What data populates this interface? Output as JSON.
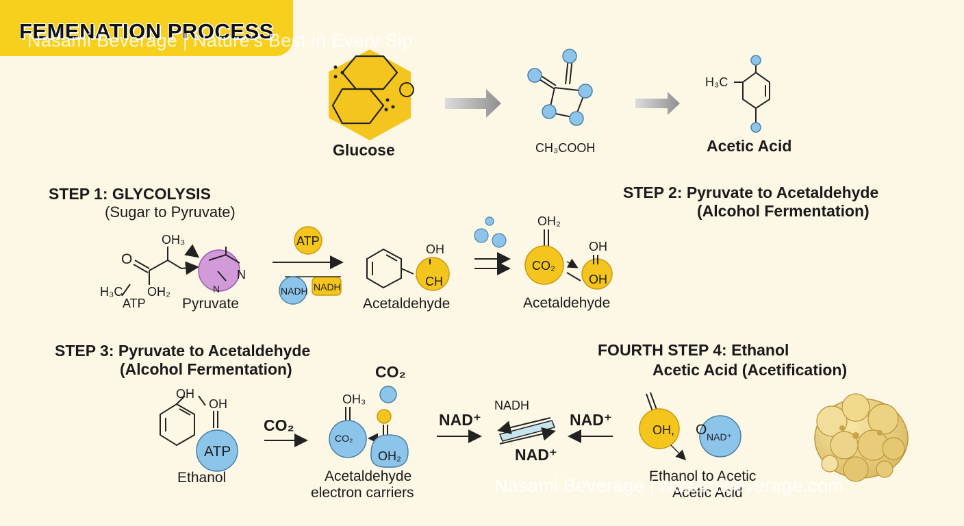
{
  "header": {
    "title": "FEMENATION PROCESS",
    "watermark_top": "Nasami Beverage | Nature's Best in Every Sip",
    "watermark_bottom": "Nasami Beverage | Nasamibeverage.com"
  },
  "top_row": {
    "glucose_label": "Glucose",
    "middle_formula": "CH₃COOH",
    "acid_label": "Acetic Acid",
    "acid_group": "H₃C"
  },
  "step1": {
    "title": "STEP 1: GLYCOLYSIS",
    "subtitle": "(Sugar to Pyruvate)",
    "mol_o": "O",
    "mol_oh3": "OH₃",
    "mol_h3c": "H₃C",
    "mol_atp": "ATP",
    "mol_oh2": "OH₂",
    "mol_n1": "N",
    "mol_n2": "N",
    "pyruvate_label": "Pyruvate",
    "atp": "ATP",
    "nadh_1": "NADH",
    "nadh_2": "NADH",
    "acetaldehyde_label": "Acetaldehyde",
    "ald_oh": "OH",
    "ald_ch": "CH"
  },
  "step2": {
    "title": "STEP 2: Pyruvate to Acetaldehyde",
    "subtitle": "(Alcohol Fermentation)",
    "oh2": "OH₂",
    "co2": "CO₂",
    "oh_top": "OH",
    "oh_bottom": "OH",
    "acetaldehyde_label": "Acetaldehyde"
  },
  "step3": {
    "title": "STEP 3: Pyruvate to Acetaldehyde",
    "subtitle": "(Alcohol Fermentation)",
    "oh_a": "OH",
    "oh_b": "OH",
    "atp": "ATP",
    "ethanol_label": "Ethanol",
    "co2_arrow": "CO₂",
    "co2_big": "CO₂",
    "oh3": "OH₃",
    "co2_ball": "CO₂",
    "oh2_ball": "OH₂",
    "carrier_label_1": "Acetaldehyde",
    "carrier_label_2": "electron carriers",
    "nad_1": "NAD⁺",
    "nadh": "NADH",
    "nad_2": "NAD⁺"
  },
  "step4": {
    "title": "FOURTH STEP 4: Ethanol",
    "subtitle": "Acetic Acid (Acetification)",
    "nad_arrow": "NAD⁺",
    "oh_ball": "OH,",
    "o_letter": "O",
    "nad_ball": "NAD⁺",
    "label_1": "Ethanol to Acetic",
    "label_2": "Acetic Acid"
  },
  "colors": {
    "banner": "#f7cf1d",
    "background": "#fdf8e6",
    "yellow": "#f4c51d",
    "blue": "#8cc4ea",
    "purple": "#d39ad9"
  }
}
